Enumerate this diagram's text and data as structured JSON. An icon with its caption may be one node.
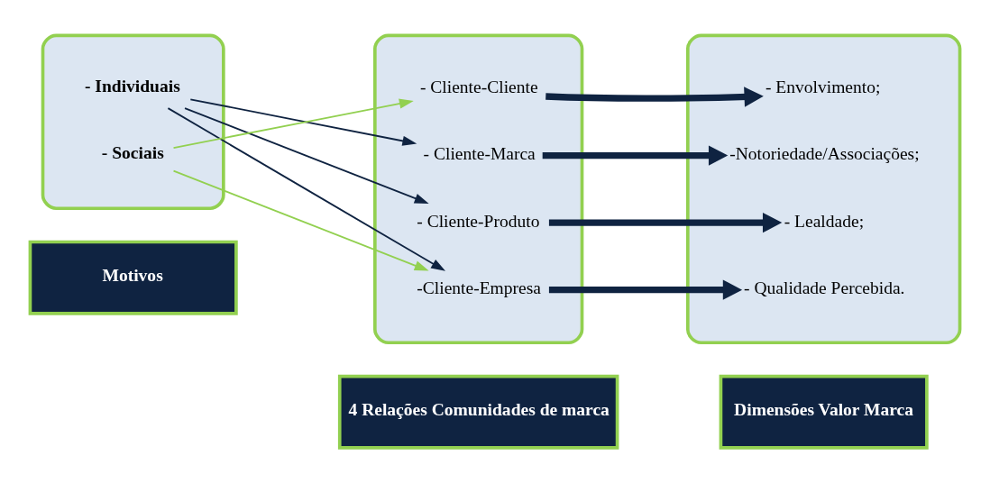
{
  "diagram": {
    "nodes": [
      {
        "text": [
          "Motivos"
        ]
      },
      {
        "text": [
          "4 Relações Comunidades de marca"
        ]
      },
      {
        "text": [
          "Dimensões Valor Marca"
        ]
      },
      {
        "text": [],
        "shape": "box"
      },
      {
        "text": [
          "- Individuais"
        ],
        "in": 3
      },
      {
        "text": [
          "- Sociais"
        ],
        "in": 3
      },
      {
        "text": [],
        "shape": "box"
      },
      {
        "text": [
          "- Cliente-Cliente"
        ],
        "in": 6
      },
      {
        "text": [
          "- Cliente-Marca"
        ],
        "in": 6
      },
      {
        "text": [
          "- Cliente-Produto"
        ],
        "in": 6
      },
      {
        "text": [
          "-Cliente-Empresa"
        ],
        "in": 6
      },
      {
        "text": [],
        "shape": "box"
      },
      {
        "text": [
          "- Envolvimento;"
        ],
        "in": 11
      },
      {
        "text": [
          "-Notoriedade/Associações;"
        ],
        "in": 11
      },
      {
        "text": [
          "- Lealdade;"
        ],
        "in": 11
      },
      {
        "text": [
          "- Qualidade Percebida."
        ],
        "in": 11
      }
    ],
    "edges": [
      {
        "from": 4,
        "to": 8,
        "arrow": "to"
      },
      {
        "from": 4,
        "to": 9,
        "arrow": "to"
      },
      {
        "from": 4,
        "to": 10,
        "arrow": "to"
      },
      {
        "from": 5,
        "to": 7,
        "arrow": "to",
        "color": "#92d050"
      },
      {
        "from": 5,
        "to": 10,
        "arrow": "to",
        "color": "#92d050"
      },
      {
        "from": 7,
        "to": 12,
        "arrow": "to",
        "style": "thick"
      },
      {
        "from": 8,
        "to": 13,
        "arrow": "to",
        "style": "thick"
      },
      {
        "from": 9,
        "to": 14,
        "arrow": "to",
        "style": "thick"
      },
      {
        "from": 10,
        "to": 15,
        "arrow": "to",
        "style": "thick"
      }
    ]
  }
}
